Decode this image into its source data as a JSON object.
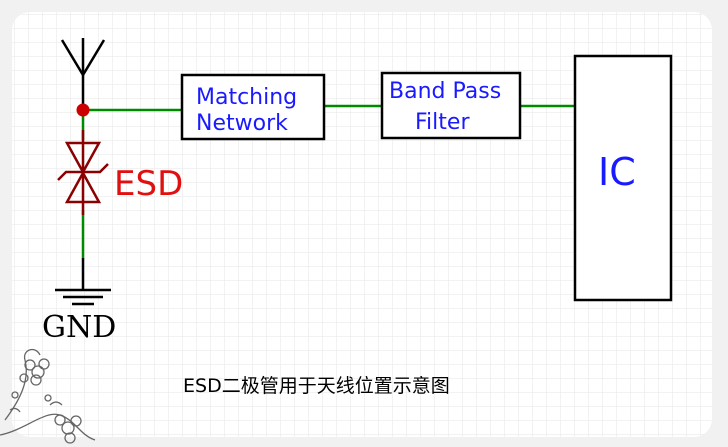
{
  "blocks": {
    "matching_line1": "Matching",
    "matching_line2": "Network",
    "bpf_line1": "Band Pass",
    "bpf_line2": "Filter",
    "ic": "IC"
  },
  "labels": {
    "esd": "ESD",
    "gnd": "GND"
  },
  "caption": "ESD二极管用于天线位置示意图",
  "colors": {
    "wire": "#008a00",
    "diode": "#8b0000",
    "node": "#cc0000",
    "block_text": "#1a1aff",
    "esd_text": "#e01010",
    "grid": "#e0e0e0"
  }
}
